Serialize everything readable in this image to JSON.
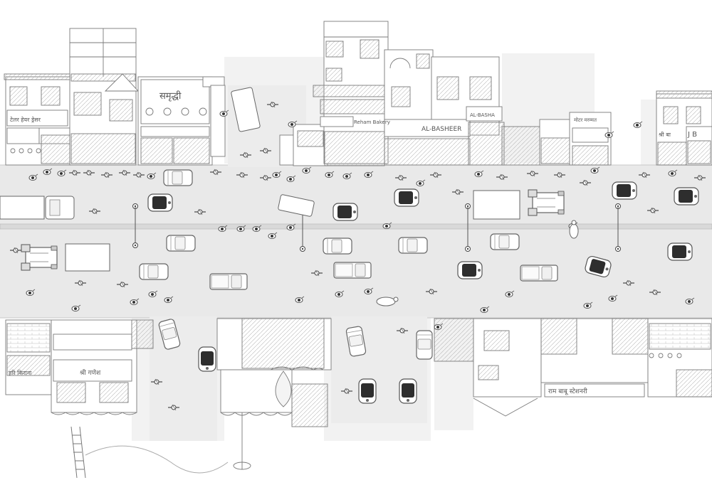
{
  "scene": {
    "palette": {
      "road": "#e9e9e9",
      "ink": "#7a7a7a",
      "ink_dark": "#555555",
      "paper": "#ffffff",
      "shade": "#f1f1f1"
    }
  },
  "signs": {
    "samriddhi": "समृद्धी",
    "hotel_hairdresser": "टेलर हेयर ड्रेसर",
    "al_basheer": "AL-BASHEER",
    "al_basha": "AL-BASHA",
    "reham_bakery": "Reham Bakery",
    "jb": "J B",
    "sri_balaji": "श्री बा",
    "motor_repairs": "मोटर मरम्मत",
    "bottom_shop_left": "हरि किराना",
    "bottom_shop_mid": "श्री गणेश",
    "bottom_shop_right": "राम बाबू स्टेशनरी"
  }
}
